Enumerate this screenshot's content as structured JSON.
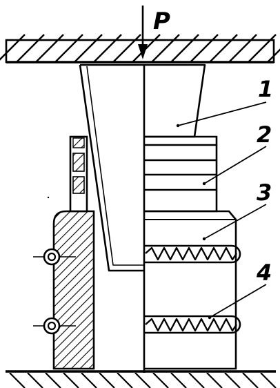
{
  "load_label": "P",
  "callouts": [
    {
      "id": "callout-1",
      "text": "1"
    },
    {
      "id": "callout-2",
      "text": "2"
    },
    {
      "id": "callout-3",
      "text": "3"
    },
    {
      "id": "callout-4",
      "text": "4"
    }
  ],
  "colors": {
    "ink": "#000000",
    "paper": "#ffffff"
  }
}
